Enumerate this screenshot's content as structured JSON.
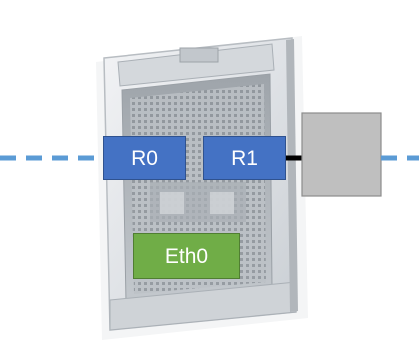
{
  "ports": {
    "r0": {
      "label": "R0"
    },
    "r1": {
      "label": "R1"
    },
    "eth0": {
      "label": "Eth0"
    }
  },
  "colors": {
    "link_dashed": "#5b9bd5",
    "link_solid": "#000000",
    "port_blue": "#4472c4",
    "port_green": "#70ad47",
    "peer_box": "#bfbfbf",
    "device_body": "#e6e8ea"
  },
  "icons": {
    "device": "outdoor-radio-unit-icon",
    "peer": "peer-device-box"
  }
}
